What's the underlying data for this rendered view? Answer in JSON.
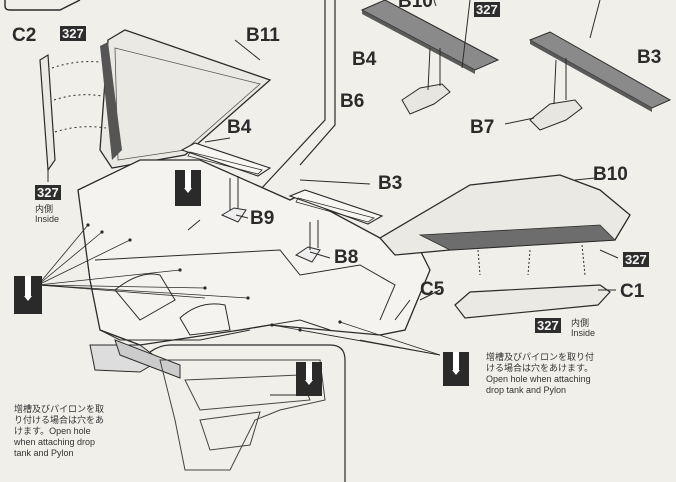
{
  "labels": {
    "c2": "C2",
    "b11": "B11",
    "b4_top": "B4",
    "b3_top": "B3",
    "b6": "B6",
    "b7": "B7",
    "b4": "B4",
    "b3": "B3",
    "b9": "B9",
    "b8": "B8",
    "b10": "B10",
    "c5": "C5",
    "c1": "C1",
    "b10_partial": "B10"
  },
  "color_codes": {
    "c2": "327",
    "b4_top": "327",
    "left_inside": "327",
    "b10": "327",
    "c1": "327"
  },
  "inside": {
    "left_jp": "内側",
    "left_en": "Inside",
    "right_jp": "内側",
    "right_en": "Inside"
  },
  "notes": {
    "left": [
      "增槽及びパイロンを取",
      "り付ける場合は穴をあ",
      "けます。Open hole",
      "when attaching drop",
      "tank and Pylon"
    ],
    "right": [
      "增槽及びパイロンを取り付",
      "ける場合は穴をあけます。",
      "Open hole when attaching",
      "drop tank and Pylon"
    ]
  },
  "colors": {
    "background": "#f1efea",
    "line": "#2b2b2b",
    "badge": "#2d2d2d",
    "dark_strip": "#4a4a4a"
  }
}
